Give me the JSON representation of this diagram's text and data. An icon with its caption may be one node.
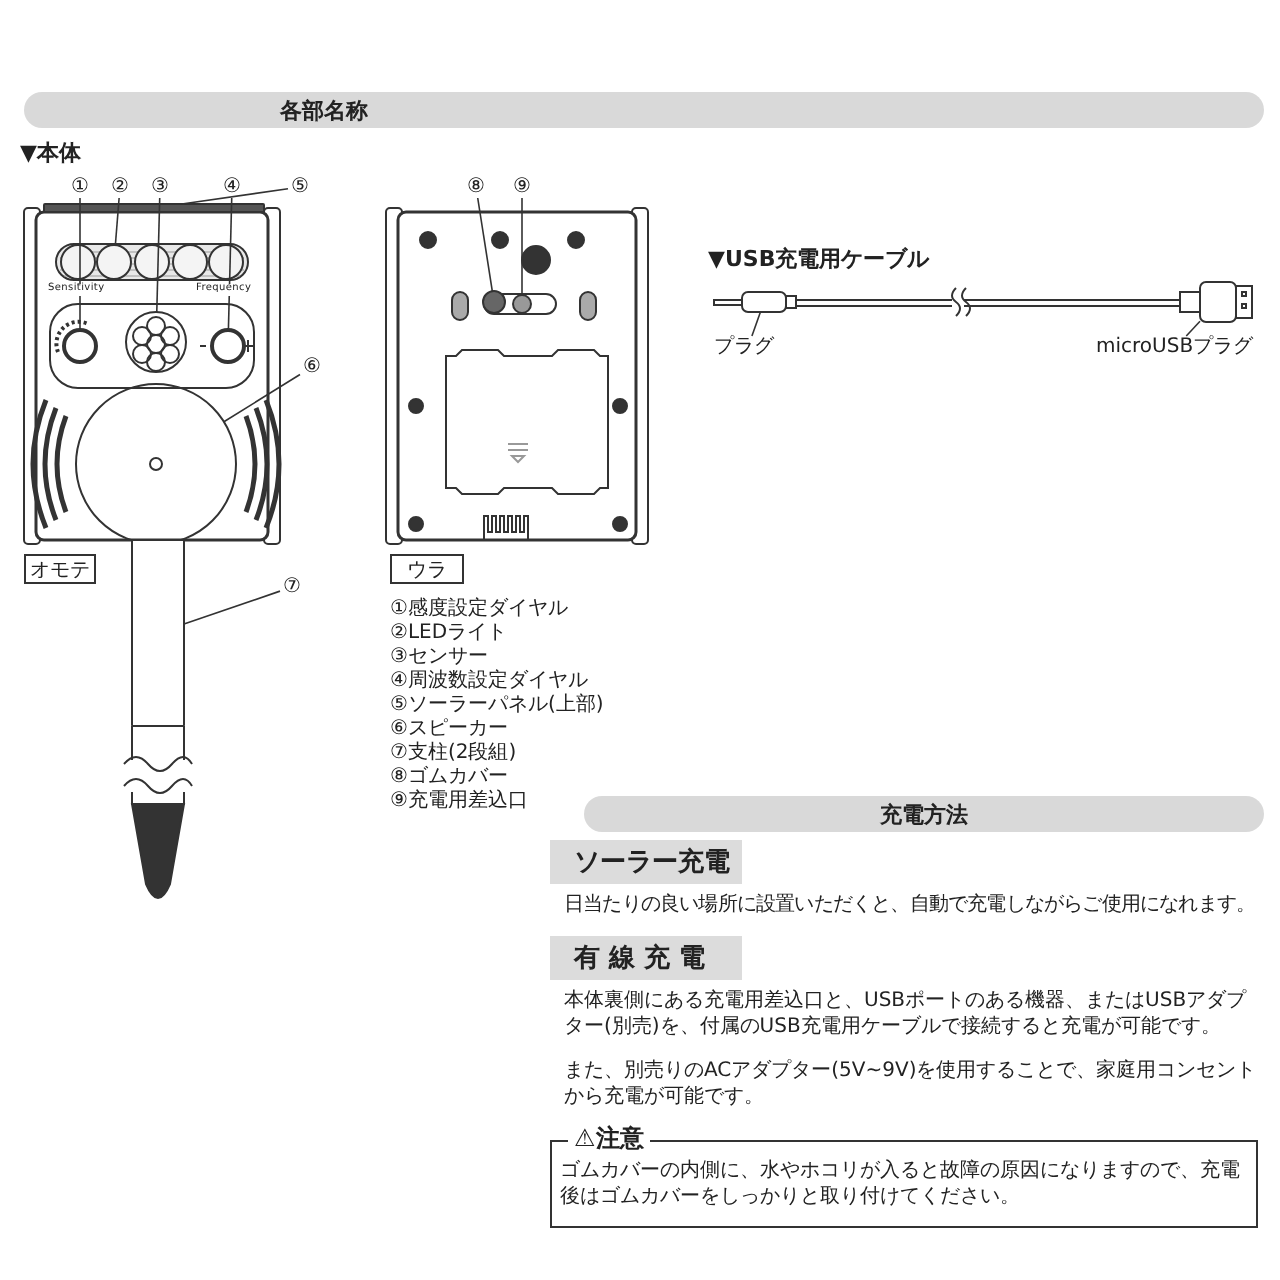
{
  "diagram": {
    "nodes": [
      {
        "text": [
          "各部名称"
        ]
      },
      {
        "text": [
          "オモテ"
        ]
      },
      {
        "text": [
          "ウラ"
        ]
      },
      {
        "text": [
          "充電方法"
        ]
      },
      {
        "text": [
          "ソーラー充電"
        ]
      },
      {
        "text": [
          "有 線 充 電"
        ]
      },
      {
        "text": [
          "⚠注意",
          "ゴムカバーの内側に、水やホコリが入ると故障の原因になりますので、充電後はゴムカバーをしっかりと取り付けてください。"
        ]
      },
      {
        "text": [
          "①"
        ]
      },
      {
        "text": [
          "②"
        ]
      },
      {
        "text": [
          "③"
        ]
      },
      {
        "text": [
          "④"
        ]
      },
      {
        "text": [
          "⑤"
        ]
      },
      {
        "text": [
          "⑥"
        ]
      },
      {
        "text": [
          "⑦"
        ]
      },
      {
        "text": [
          "⑧"
        ]
      },
      {
        "text": [
          "⑨"
        ]
      },
      {
        "text": [
          "プラグ"
        ]
      },
      {
        "text": [
          "microUSBプラグ"
        ]
      },
      {
        "text": [],
        "shape": "circle"
      },
      {
        "text": [],
        "shape": "circle"
      },
      {
        "text": [],
        "shape": "circle"
      },
      {
        "text": [],
        "shape": "circle"
      },
      {
        "text": [],
        "shape": "bar"
      },
      {
        "text": [],
        "shape": "circle"
      },
      {
        "text": [],
        "shape": "bar"
      },
      {
        "text": [],
        "shape": "circle"
      },
      {
        "text": [],
        "shape": "circle"
      },
      {
        "text": [],
        "shape": "box"
      },
      {
        "text": [],
        "shape": "box"
      }
    ],
    "edges": [
      {
        "from": 7,
        "to": 18,
        "arrow": "none"
      },
      {
        "from": 8,
        "to": 19,
        "arrow": "none"
      },
      {
        "from": 9,
        "to": 20,
        "arrow": "none"
      },
      {
        "from": 10,
        "to": 21,
        "arrow": "none"
      },
      {
        "from": 11,
        "to": 22,
        "arrow": "none"
      },
      {
        "from": 12,
        "to": 23,
        "arrow": "none"
      },
      {
        "from": 13,
        "to": 24,
        "arrow": "none"
      },
      {
        "from": 14,
        "to": 25,
        "arrow": "none"
      },
      {
        "from": 15,
        "to": 26,
        "arrow": "none"
      },
      {
        "from": 16,
        "to": 27,
        "arrow": "none"
      },
      {
        "from": 17,
        "to": 28,
        "arrow": "none"
      }
    ],
    "labels": [
      "▼本体",
      "▼USB充電用ケーブル",
      "①感度設定ダイヤル",
      "②LEDライト",
      "③センサー",
      "④周波数設定ダイヤル",
      "⑤ソーラーパネル(上部)",
      "⑥スピーカー",
      "⑦支柱(2段組)",
      "⑧ゴムカバー",
      "⑨充電用差込口",
      "日当たりの良い場所に設置いただくと、自動で充電しながらご使用になれます。",
      "本体裏側にある充電用差込口と、USBポートのある機器、またはUSBアダプター(別売)を、付属のUSB充電用ケーブルで接続すると充電が可能です。",
      "また、別売りのACアダプター(5V~9V)を使用することで、家庭用コンセントから充電が可能です。",
      "Sensitivity",
      "Frequency"
    ]
  }
}
